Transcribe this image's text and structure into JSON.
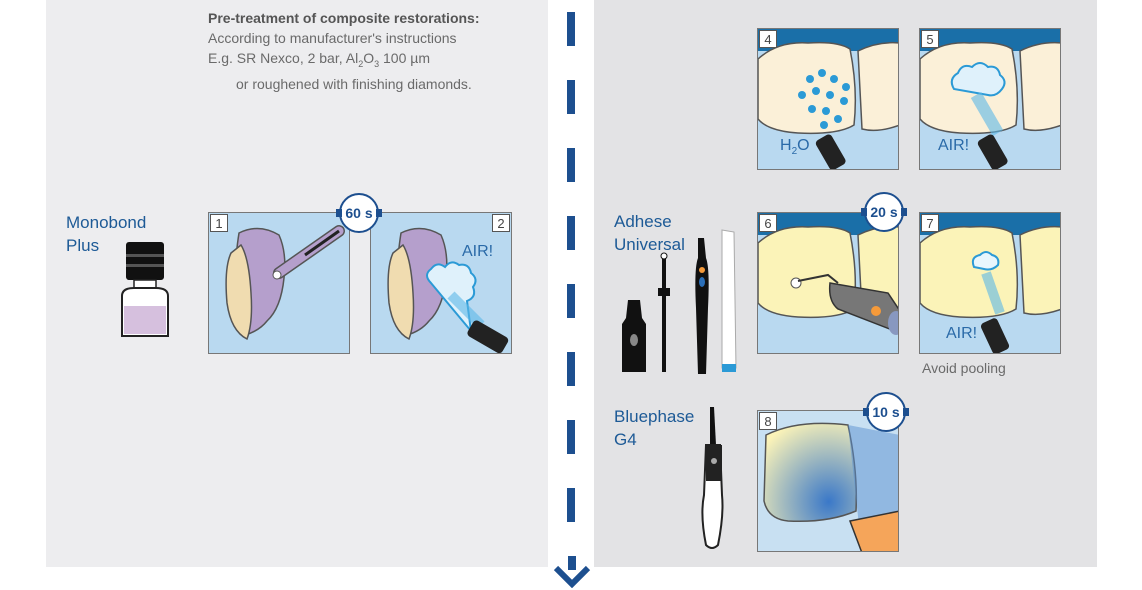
{
  "pretreatment": {
    "title": "Pre-treatment of composite restorations:",
    "line1": "According to manufacturer's instructions",
    "line2_prefix": "E.g. SR Nexco, 2 bar, Al",
    "line2_sub1": "2",
    "line2_mid": "O",
    "line2_sub2": "3",
    "line2_suffix": " 100 µm",
    "line3": "or roughened with finishing diamonds."
  },
  "products": {
    "monobond_line1": "Monobond",
    "monobond_line2": "Plus",
    "adhese_line1": "Adhese",
    "adhese_line2": "Universal",
    "bluephase_line1": "Bluephase",
    "bluephase_line2": "G4"
  },
  "steps": [
    {
      "num": "1",
      "text": ""
    },
    {
      "num": "2",
      "text": "AIR!"
    },
    {
      "num": "4",
      "text_prefix": "H",
      "text_sub": "2",
      "text_suffix": "O"
    },
    {
      "num": "5",
      "text": "AIR!"
    },
    {
      "num": "6",
      "text": ""
    },
    {
      "num": "7",
      "text": "AIR!"
    },
    {
      "num": "8",
      "text": ""
    }
  ],
  "timers": {
    "t1": "60 s",
    "t6": "20 s",
    "t8": "10 s"
  },
  "captions": {
    "avoid_pooling": "Avoid pooling"
  },
  "colors": {
    "accent_blue": "#1d4f8f",
    "step_background": "#b9d9f0",
    "label_blue": "#1d5a96"
  }
}
